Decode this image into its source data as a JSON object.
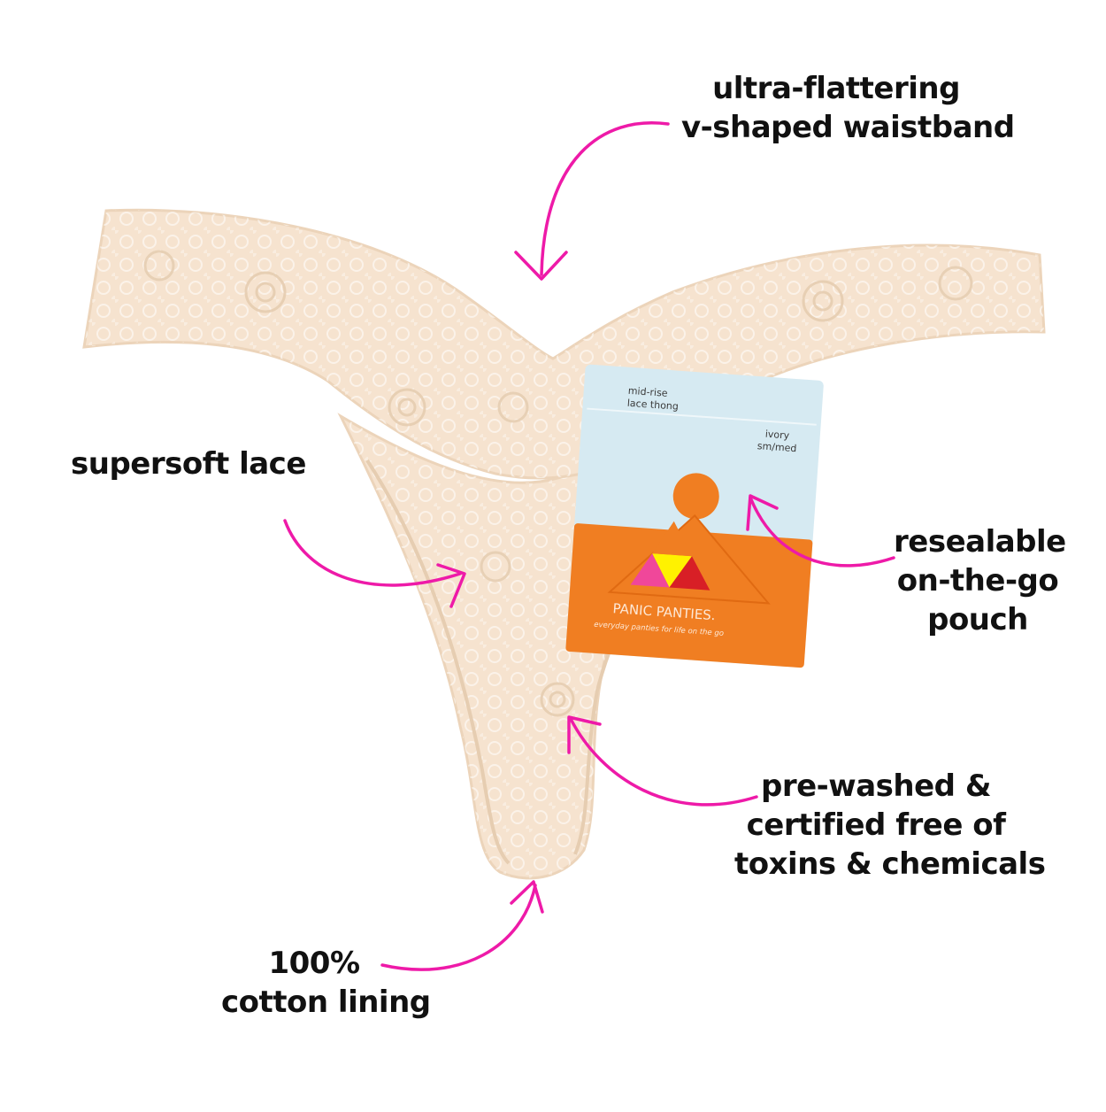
{
  "callouts": {
    "waistband": [
      "ultra-flattering",
      "v-shaped waistband"
    ],
    "lace": [
      "supersoft lace"
    ],
    "pouch": [
      "resealable",
      "on-the-go",
      "pouch"
    ],
    "washed": [
      "pre-washed &",
      "certified free of",
      "toxins & chemicals"
    ],
    "lining": [
      "100%",
      "cotton lining"
    ]
  },
  "pouch": {
    "style_line1": "mid-rise",
    "style_line2": "lace thong",
    "color_line1": "ivory",
    "color_line2": "sm/med",
    "brand": "PANIC PANTIES.",
    "tagline": "everyday panties for life on the go"
  },
  "colors": {
    "arrow": "#ee1aa8",
    "lace": "#f6e3cf",
    "lace_shadow": "#e8cfb4",
    "pouch_top": "#d6eaf2",
    "pouch_orange": "#f07e22",
    "tri_pink": "#f0479a",
    "tri_yellow": "#fff200",
    "tri_red": "#d81f26"
  }
}
